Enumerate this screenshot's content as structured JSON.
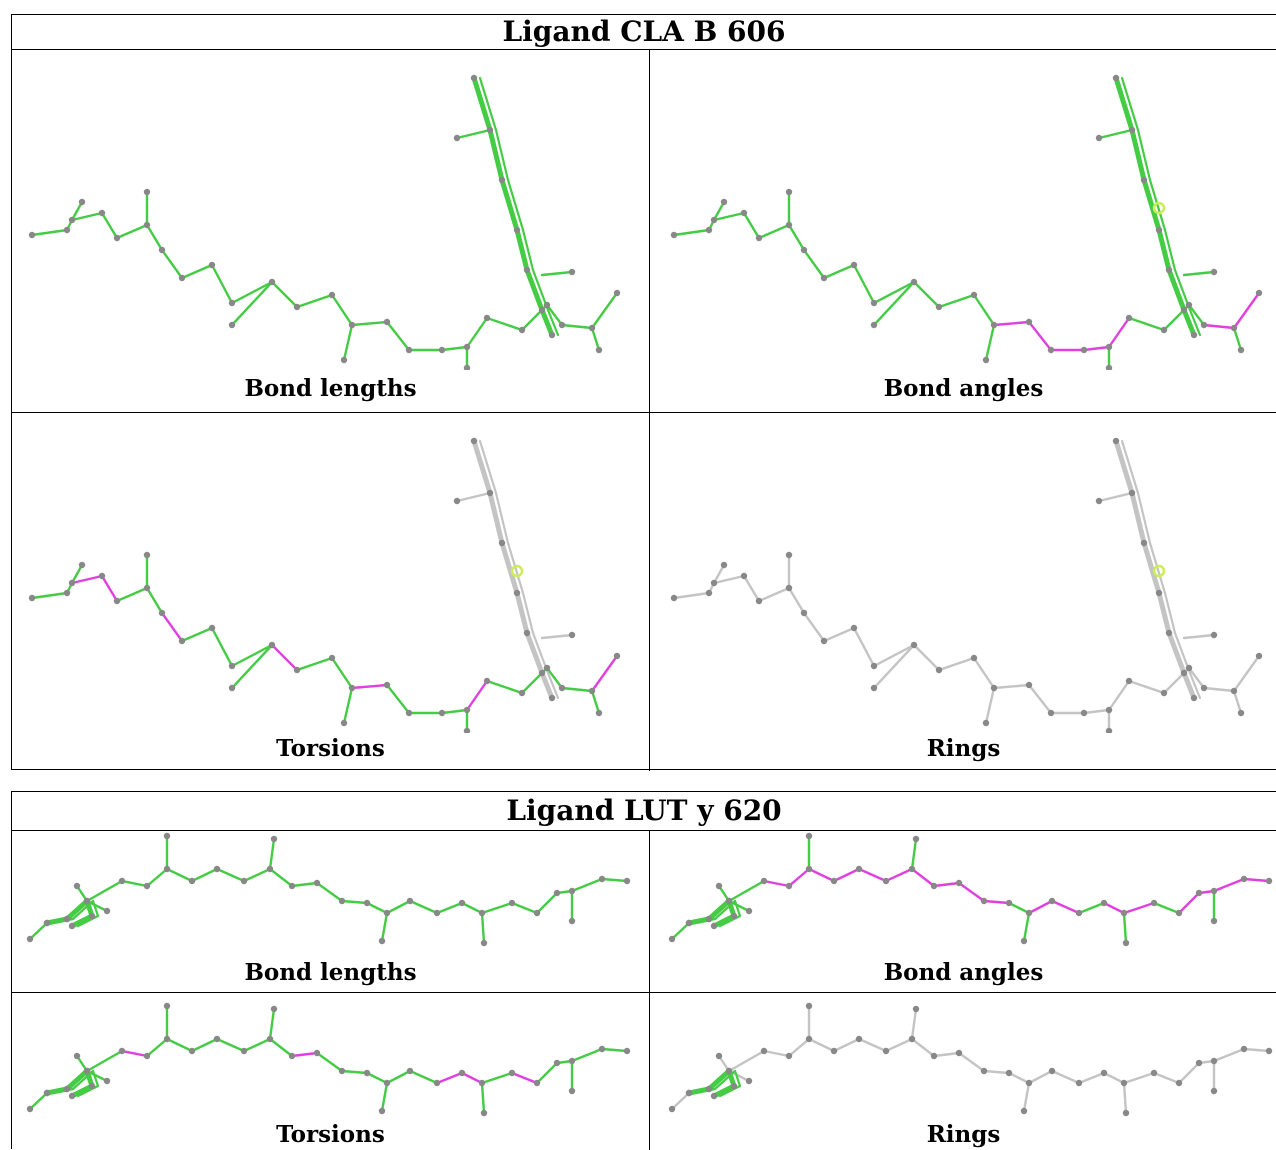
{
  "panels": [
    {
      "title": "Ligand CLA B 606",
      "cells": [
        {
          "label": "Bond lengths",
          "mode": "green"
        },
        {
          "label": "Bond angles",
          "mode": "angles"
        },
        {
          "label": "Torsions",
          "mode": "torsions"
        },
        {
          "label": "Rings",
          "mode": "gray"
        }
      ]
    },
    {
      "title": "Ligand LUT y 620",
      "cells": [
        {
          "label": "Bond lengths",
          "mode": "green"
        },
        {
          "label": "Bond angles",
          "mode": "angles"
        },
        {
          "label": "Torsions",
          "mode": "torsions"
        },
        {
          "label": "Rings",
          "mode": "rings"
        }
      ]
    }
  ],
  "colors": {
    "ok_bond": "#44cc44",
    "outlier_bond": "#e040e0",
    "neutral_bond": "#c4c4c4",
    "atom": "#888888",
    "highlight": "#ccee55"
  }
}
